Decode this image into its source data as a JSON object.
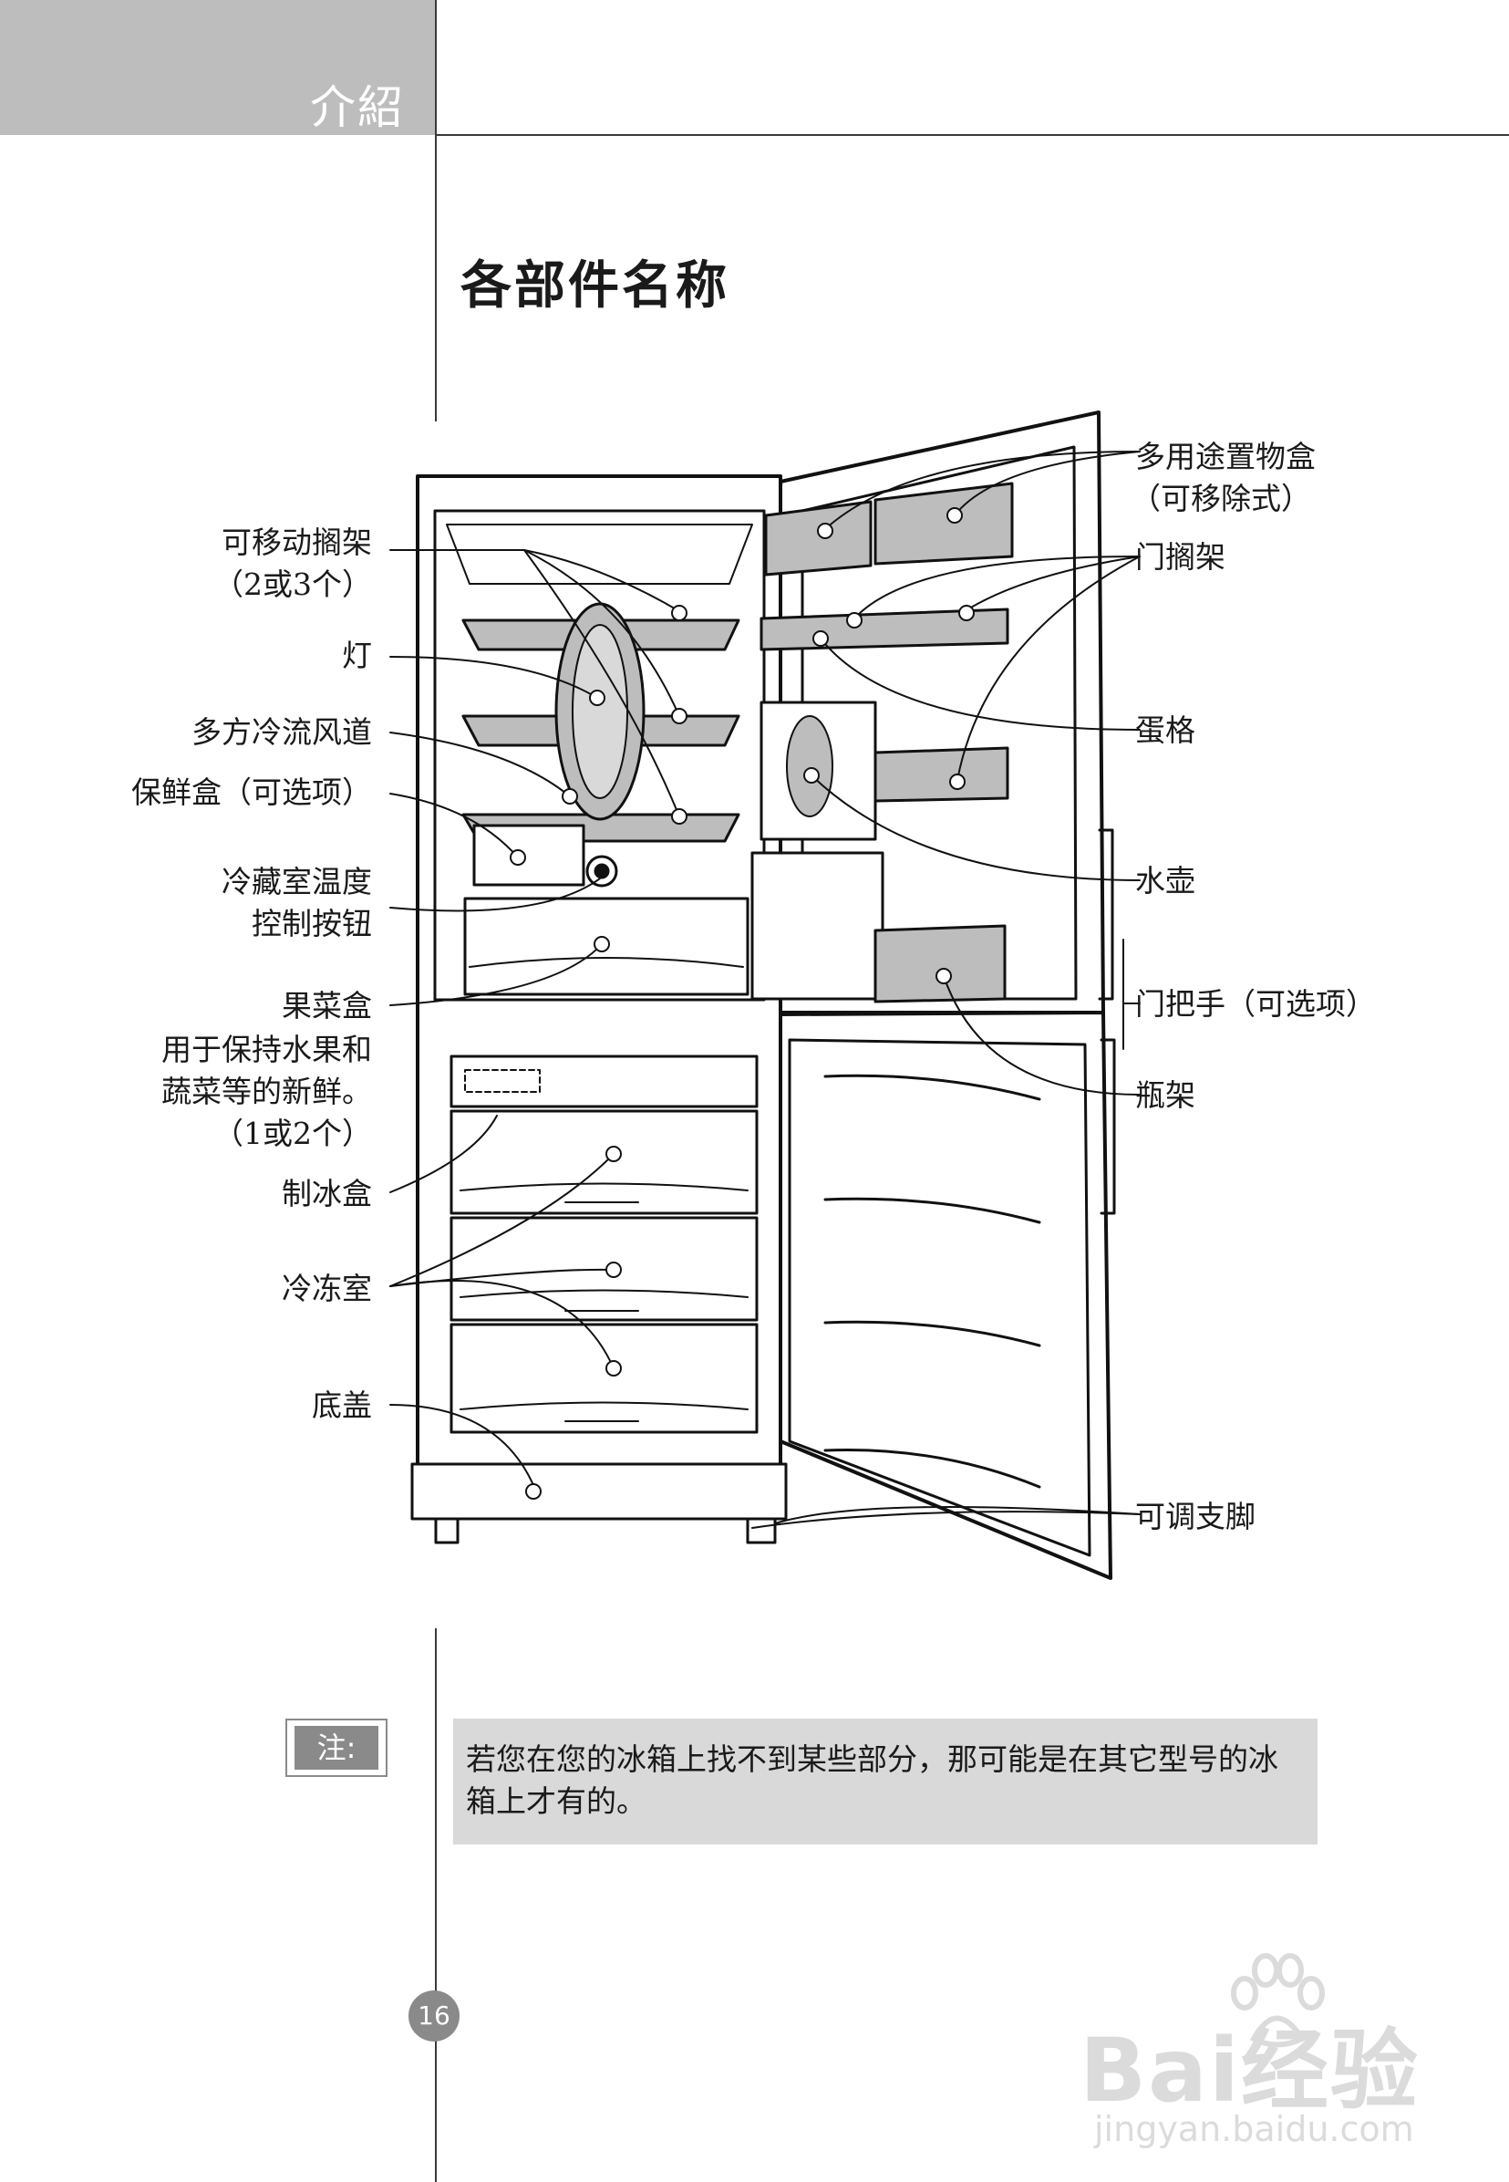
{
  "header": {
    "title": "介紹"
  },
  "section_title": "各部件名称",
  "labels_left": {
    "movable_shelf": "可移动搁架",
    "movable_shelf_note": "（2或3个）",
    "lamp": "灯",
    "multi_airflow_duct": "多方冷流风道",
    "crisper": "保鲜盒（可选项）",
    "fridge_temp_1": "冷藏室温度",
    "fridge_temp_2": "控制按钮",
    "vegetable_box": "果菜盒",
    "vegetable_desc_1": "用于保持水果和",
    "vegetable_desc_2": "蔬菜等的新鲜。",
    "vegetable_count": "（1或2个）",
    "ice_tray": "制冰盒",
    "freezer": "冷冻室",
    "base_cover": "底盖"
  },
  "labels_right": {
    "multi_box": "多用途置物盒",
    "multi_box_note": "（可移除式）",
    "door_shelf": "门搁架",
    "egg_tray": "蛋格",
    "water_jug": "水壶",
    "door_handle": "门把手（可选项）",
    "bottle_rack": "瓶架",
    "adjustable_feet": "可调支脚"
  },
  "note": {
    "badge": "注:",
    "text": "若您在您的冰箱上找不到某些部分，那可能是在其它型号的冰箱上才有的。"
  },
  "page_number": "16",
  "watermark": {
    "logo": "Bai经验",
    "url": "jingyan.baidu.com"
  }
}
